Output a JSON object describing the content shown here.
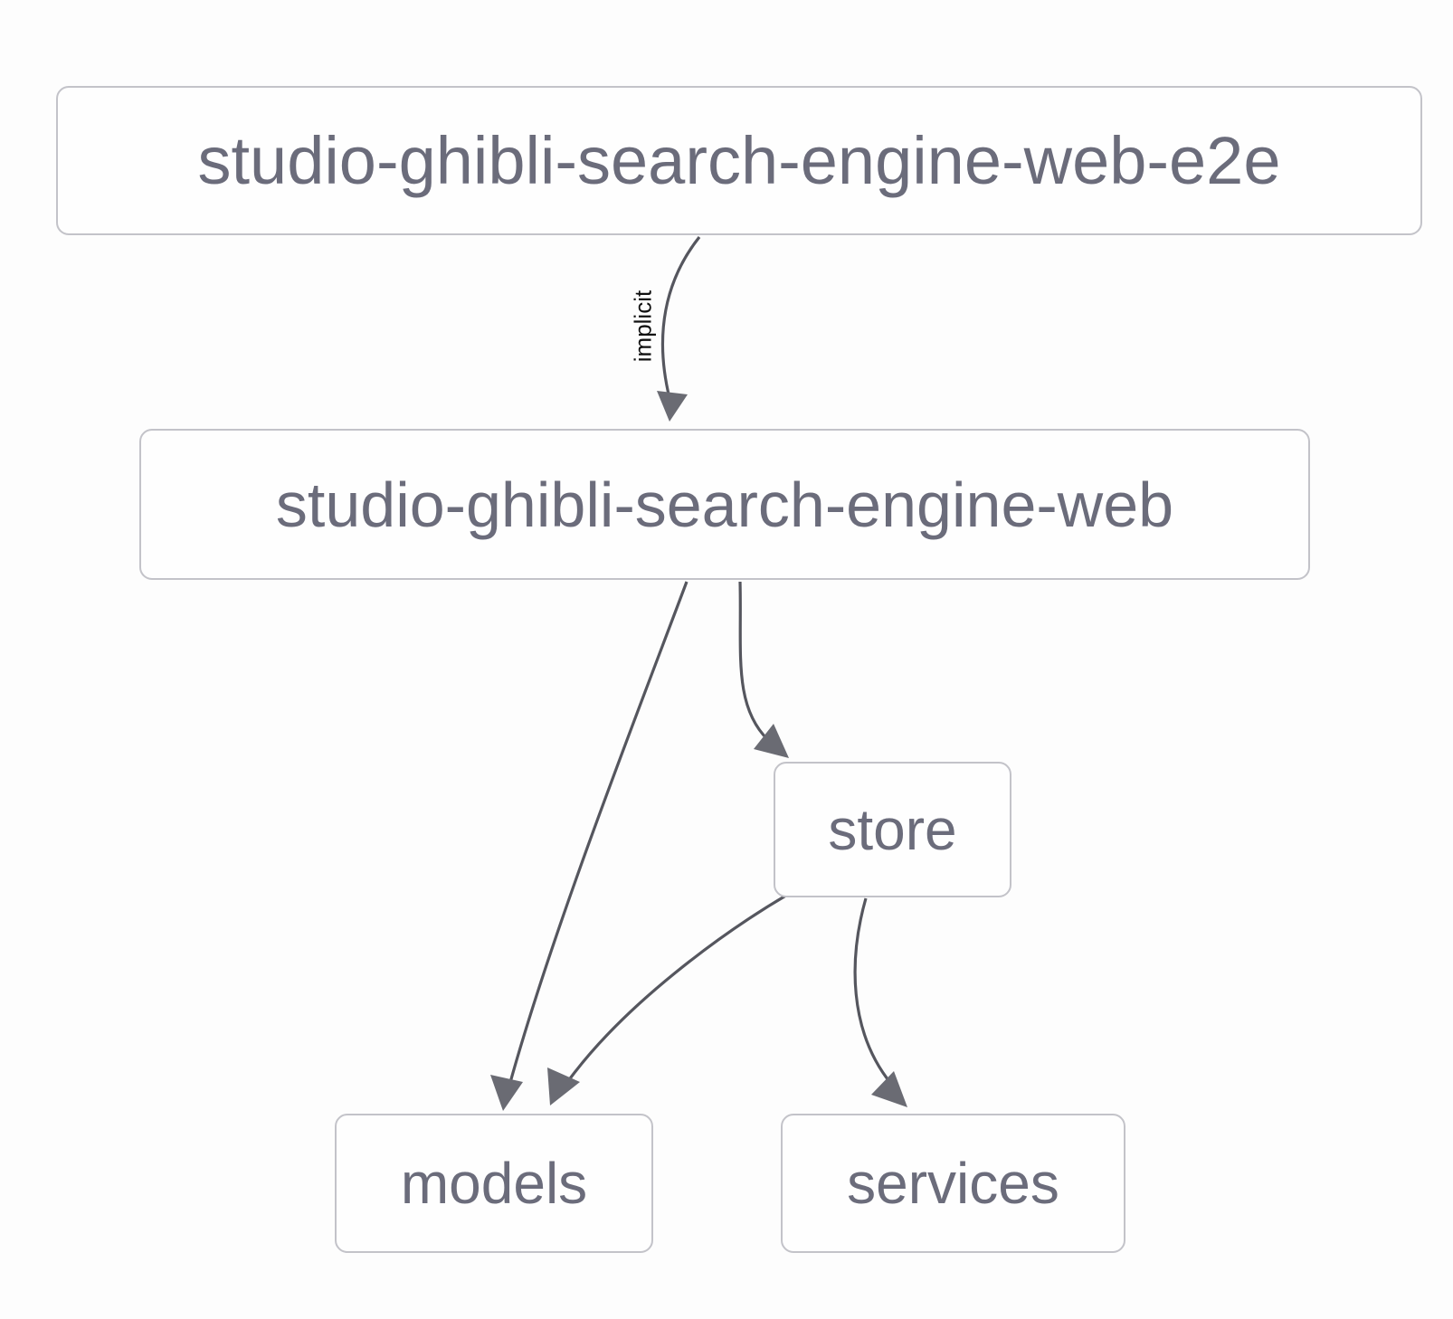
{
  "diagram": {
    "type": "dependency-graph",
    "background_color": "#fdfdfd",
    "node_border_color": "#c3c3c9",
    "node_text_color": "#6b6c7b",
    "edge_color": "#55565e",
    "edge_label_color": "#101010",
    "nodes": [
      {
        "id": "e2e",
        "label": "studio-ghibli-search-engine-web-e2e"
      },
      {
        "id": "web",
        "label": "studio-ghibli-search-engine-web"
      },
      {
        "id": "store",
        "label": "store"
      },
      {
        "id": "models",
        "label": "models"
      },
      {
        "id": "services",
        "label": "services"
      }
    ],
    "edges": [
      {
        "from": "e2e",
        "to": "web",
        "label": "implicit"
      },
      {
        "from": "web",
        "to": "models",
        "label": ""
      },
      {
        "from": "web",
        "to": "store",
        "label": ""
      },
      {
        "from": "store",
        "to": "models",
        "label": ""
      },
      {
        "from": "store",
        "to": "services",
        "label": ""
      }
    ]
  }
}
